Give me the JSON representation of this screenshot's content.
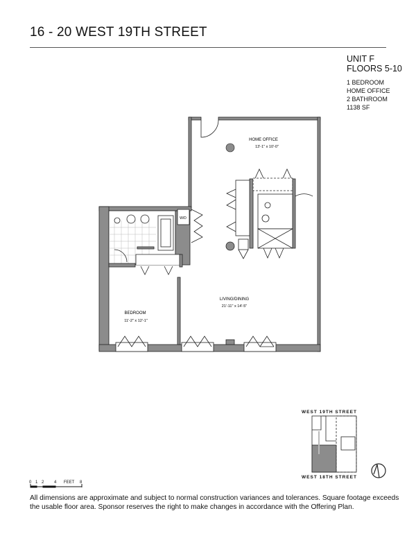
{
  "header": {
    "title": "16 - 20 WEST 19TH  STREET"
  },
  "unit": {
    "name": "UNIT F",
    "floors": "FLOORS 5-10",
    "details": [
      "1 BEDROOM",
      "HOME OFFICE",
      "2 BATHROOM",
      "1138 SF"
    ]
  },
  "rooms": {
    "home_office": {
      "name": "HOME OFFICE",
      "dims": "13'-1\" x 10'-0\""
    },
    "living": {
      "name": "LIVING/DINING",
      "dims": "21'-11\" x 14'-5\""
    },
    "bedroom": {
      "name": "BEDROOM",
      "dims": "11'-2\" x 12'-1\""
    },
    "wd": "W/D"
  },
  "keyplan": {
    "north_street": "WEST  19TH  STREET",
    "south_street": "WEST  18TH  STREET"
  },
  "scale": {
    "labels": [
      "0",
      "1",
      "2",
      "4",
      "FEET",
      "8"
    ]
  },
  "disclaimer": "All dimensions are approximate and subject to normal construction variances and tolerances. Square footage exceeds the usable floor area. Sponsor reserves the right to make changes in accordance with the Offering Plan.",
  "colors": {
    "wall": "#8c8c8c",
    "line": "#222222"
  }
}
